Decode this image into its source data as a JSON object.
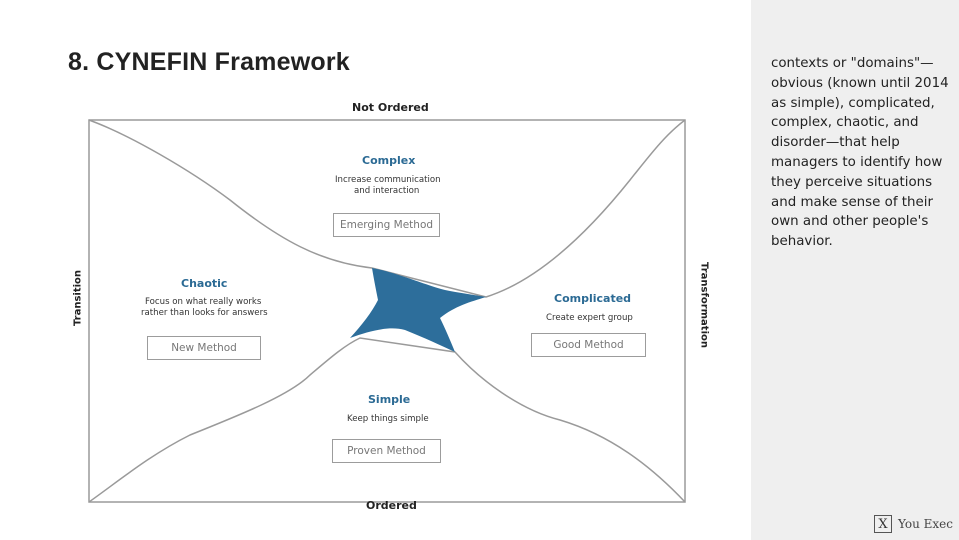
{
  "slide": {
    "title": "8. CYNEFIN Framework"
  },
  "side": {
    "text": "contexts or \"domains\"—obvious (known until 2014 as simple), complicated, complex, chaotic, and disorder—that help managers to identify how they perceive situations and make sense of their own and other people's behavior."
  },
  "framework": {
    "top_label": "Not Ordered",
    "bottom_label": "Ordered",
    "left_label": "Transition",
    "right_label": "Transformation",
    "complex": {
      "name": "Complex",
      "desc_line1": "Increase communication",
      "desc_line2": "and interaction",
      "method": "Emerging Method"
    },
    "chaotic": {
      "name": "Chaotic",
      "desc_line1": "Focus on what really works",
      "desc_line2": "rather than looks for answers",
      "method": "New Method"
    },
    "complicated": {
      "name": "Complicated",
      "desc_line1": "Create expert group",
      "method": "Good Method"
    },
    "simple": {
      "name": "Simple",
      "desc_line1": "Keep things simple",
      "method": "Proven Method"
    },
    "center_color": "#2d6e9b"
  },
  "logo": {
    "mark": "X",
    "text": "You Exec"
  }
}
